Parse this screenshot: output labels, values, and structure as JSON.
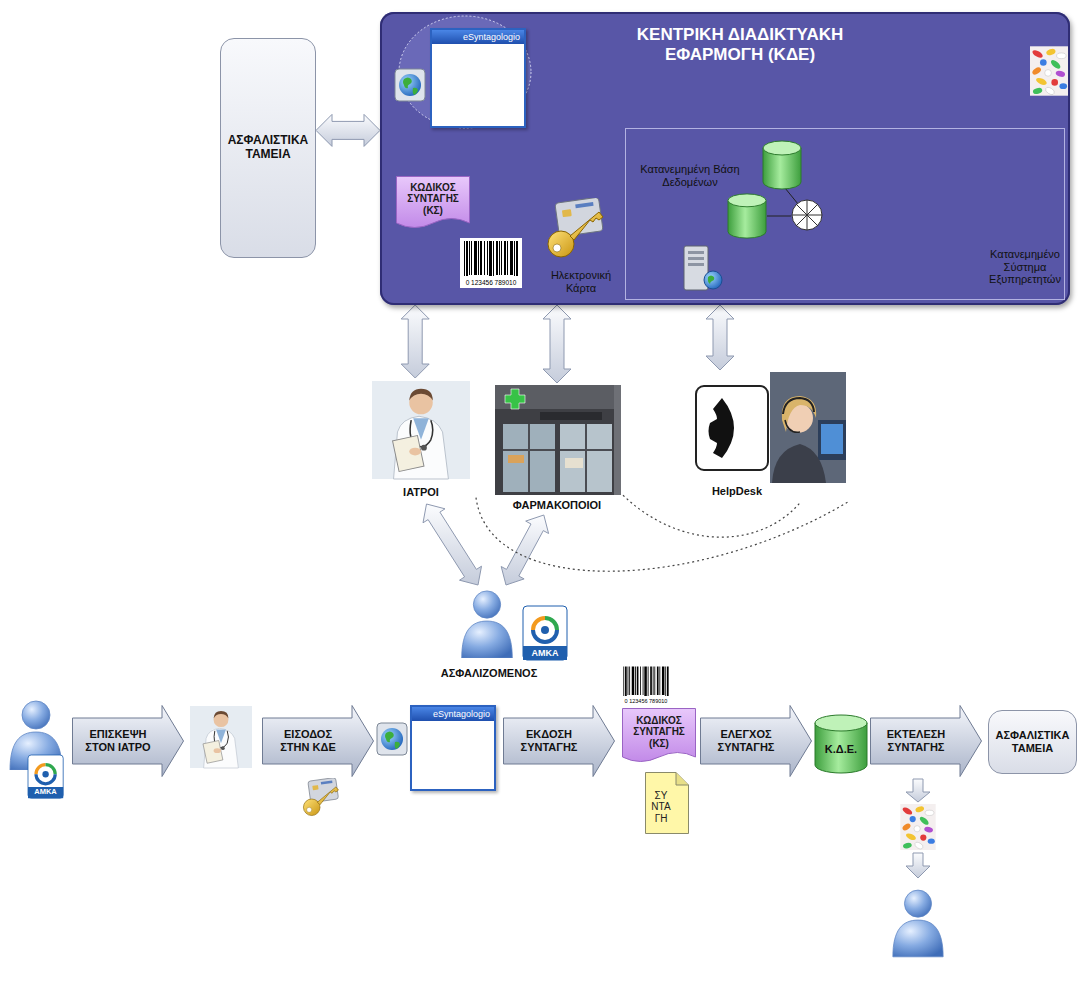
{
  "diagram": {
    "nodes": [
      {
        "text": [
          "ΑΣΦΑΛΙΣΤΙΚΑ ΤΑΜΕΙΑ"
        ]
      },
      {
        "text": [
          "ΚΕΝΤΡΙΚΗ ΔΙΑΔΙΚΤΥΑΚΗ ΕΦΑΡΜΟΓΗ (ΚΔΕ)"
        ]
      },
      {
        "text": [
          "eSyntagologio"
        ],
        "in": 1
      },
      {
        "text": [
          "ΚΩΔΙΚΟΣ ΣΥΝΤΑΓΗΣ (ΚΣ)"
        ],
        "in": 1
      },
      {
        "text": [
          "Ηλεκτρονική Κάρτα"
        ],
        "in": 1
      },
      {
        "text": [
          "Κατανεμημένη Βάση Δεδομένων",
          "Κατανεμημένο Σύστημα Εξυπηρετητών"
        ],
        "in": 1
      },
      {
        "text": [
          "ΙΑΤΡΟΙ"
        ]
      },
      {
        "text": [
          "ΦΑΡΜΑΚΟΠΟΙΟΙ"
        ]
      },
      {
        "text": [
          "HelpDesk"
        ]
      },
      {
        "text": [
          "ΑΣΦΑΛΙΖΟΜΕΝΟΣ"
        ]
      },
      {
        "text": [
          "ΕΠΙΣΚΕΨΗ ΣΤΟΝ ΙΑΤΡΟ"
        ]
      },
      {
        "text": [
          "ΕΙΣΟΔΟΣ ΣΤΗΝ ΚΔΕ"
        ]
      },
      {
        "text": [
          "eSyntagologio"
        ]
      },
      {
        "text": [
          "ΕΚΔΟΣΗ ΣΥΝΤΑΓΗΣ"
        ]
      },
      {
        "text": [
          "ΚΩΔΙΚΟΣ ΣΥΝΤΑΓΗΣ (ΚΣ)"
        ]
      },
      {
        "text": [
          "ΣΥ ΝΤΑ ΓΗ"
        ]
      },
      {
        "text": [
          "ΕΛΕΓΧΟΣ ΣΥΝΤΑΓΗΣ"
        ]
      },
      {
        "text": [
          "Κ.Δ.Ε."
        ]
      },
      {
        "text": [
          "ΕΚΤΕΛΕΣΗ ΣΥΝΤΑΓΗΣ"
        ]
      },
      {
        "text": [
          "ΑΣΦΑΛΙΣΤΙΚΑ ΤΑΜΕΙΑ"
        ]
      }
    ],
    "edges": [
      {
        "from": 0,
        "to": 1,
        "arrow": "both"
      },
      {
        "from": 1,
        "to": 6,
        "arrow": "both"
      },
      {
        "from": 1,
        "to": 7,
        "arrow": "both"
      },
      {
        "from": 1,
        "to": 8,
        "arrow": "both"
      },
      {
        "from": 6,
        "to": 9,
        "arrow": "both"
      },
      {
        "from": 7,
        "to": 9,
        "arrow": "both"
      },
      {
        "from": 6,
        "to": 8,
        "arrow": "none"
      },
      {
        "from": 7,
        "to": 8,
        "arrow": "none"
      }
    ],
    "labels": [
      "0 123456 789010",
      "ΑΜΚΑ",
      "ΑΜΚΑ",
      "0 123456 789010"
    ]
  }
}
